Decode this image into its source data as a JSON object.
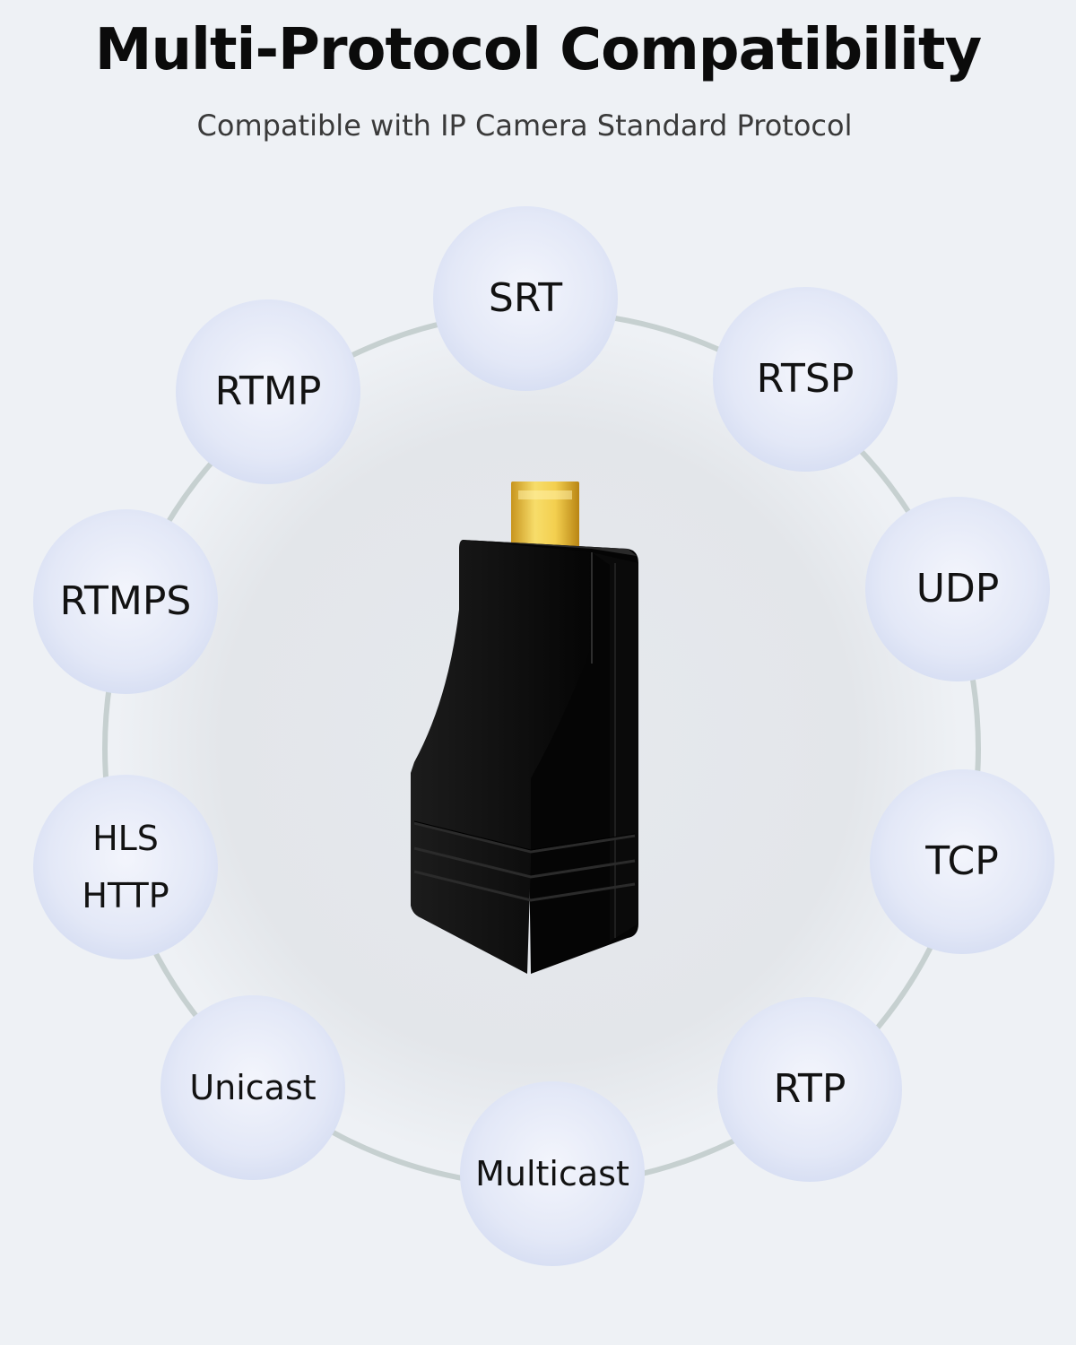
{
  "header": {
    "title": "Multi-Protocol Compatibility",
    "subtitle": "Compatible with IP Camera Standard Protocol"
  },
  "protocols": [
    {
      "label": "SRT"
    },
    {
      "label": "RTSP"
    },
    {
      "label": "UDP"
    },
    {
      "label": "TCP"
    },
    {
      "label": "RTP"
    },
    {
      "label": "Multicast"
    },
    {
      "label": "Unicast"
    },
    {
      "label": "HLS\nHTTP"
    },
    {
      "label": "RTMPS"
    },
    {
      "label": "RTMP"
    }
  ],
  "colors": {
    "background": "#eef1f5",
    "ring": "#c6d0d0",
    "bubble": "#dfe5f6",
    "device": "#0e0e0e",
    "connector": "#e0b94a"
  }
}
